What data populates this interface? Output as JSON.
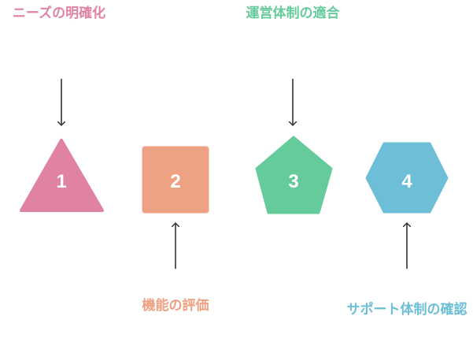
{
  "steps": [
    {
      "number": "1",
      "label": "ニーズの明確化",
      "color": "#E082A2",
      "shape": "triangle"
    },
    {
      "number": "2",
      "label": "機能の評価",
      "color": "#EDA283",
      "shape": "square"
    },
    {
      "number": "3",
      "label": "運営体制の適合",
      "color": "#66CB9A",
      "shape": "pentagon"
    },
    {
      "number": "4",
      "label": "サポート体制の確認",
      "color": "#6DBFD8",
      "shape": "hexagon"
    }
  ]
}
